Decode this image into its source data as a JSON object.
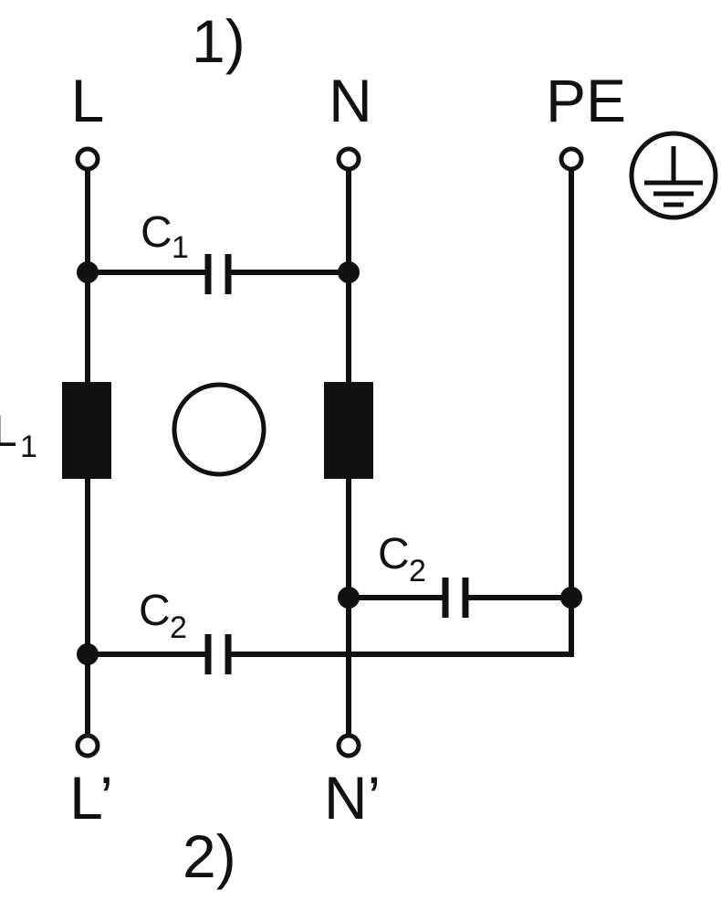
{
  "colors": {
    "ink": "#111111",
    "background": "#ffffff"
  },
  "labels": {
    "input_marker": "1)",
    "output_marker": "2)",
    "line": "L",
    "neutral": "N",
    "protective_earth": "PE",
    "line_out": "L’",
    "neutral_out": "N’",
    "cap_c1": {
      "letter": "C",
      "index": "1"
    },
    "cap_c2_right": {
      "letter": "C",
      "index": "2"
    },
    "cap_c2_left": {
      "letter": "C",
      "index": "2"
    },
    "inductor": {
      "letter": "L",
      "index": "1"
    }
  },
  "icons": {
    "earth": "earth-ground-icon"
  }
}
